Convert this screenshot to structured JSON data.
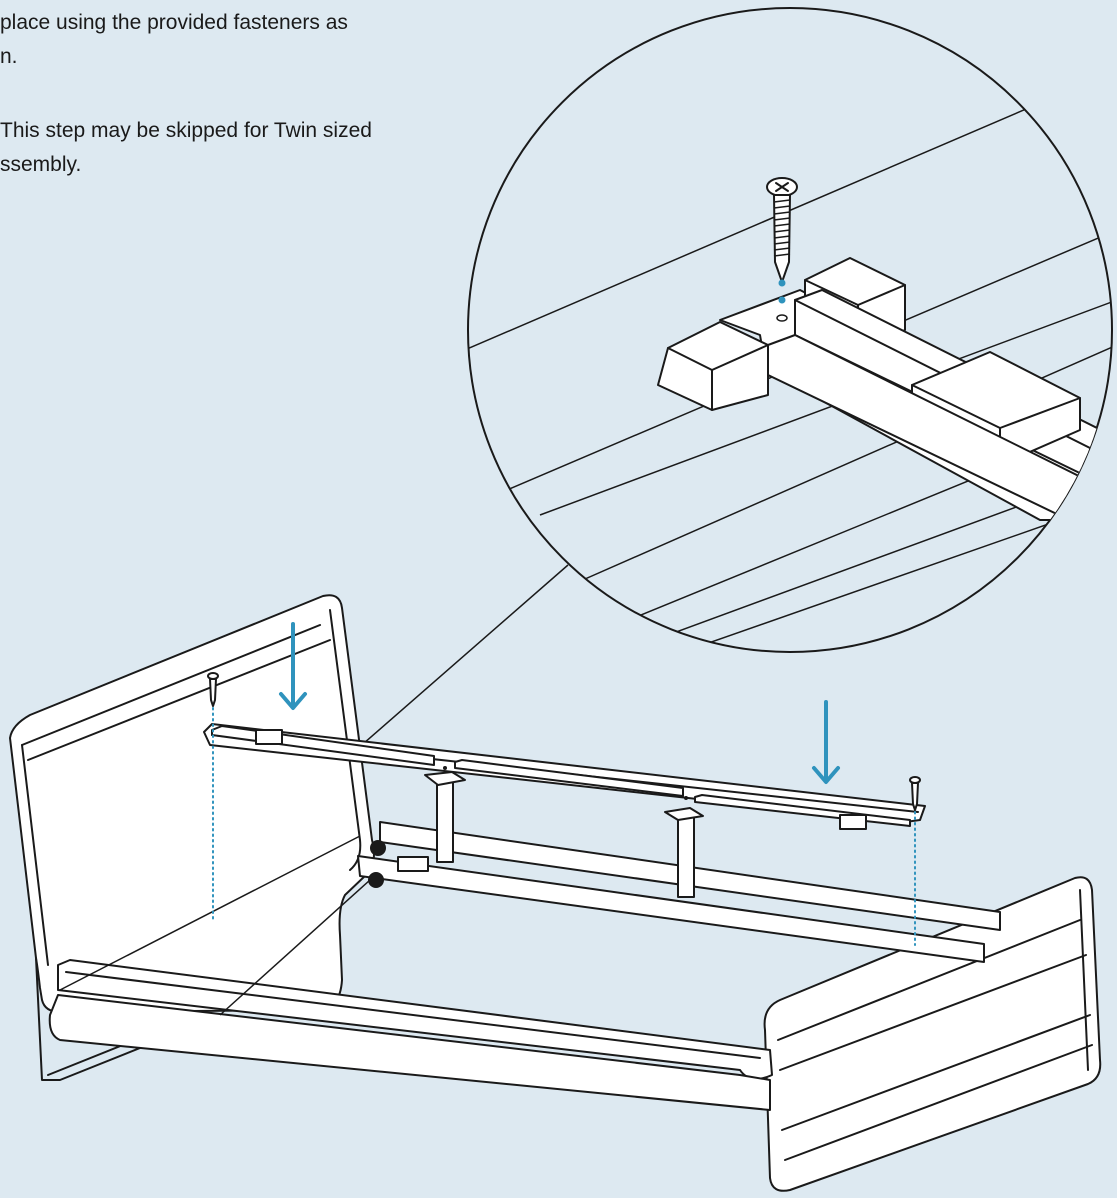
{
  "instructions": {
    "line_1": "place using the provided fasteners as",
    "line_2": "n.",
    "line_3": "This step may be skipped for Twin sized",
    "line_4": "ssembly."
  },
  "colors": {
    "background": "#dde9f1",
    "accent": "#2f93bd",
    "ink": "#1a1a1a",
    "part_fill": "#ffffff"
  },
  "icons": {
    "arrow": "down-arrow-icon",
    "fastener": "screw-icon"
  }
}
